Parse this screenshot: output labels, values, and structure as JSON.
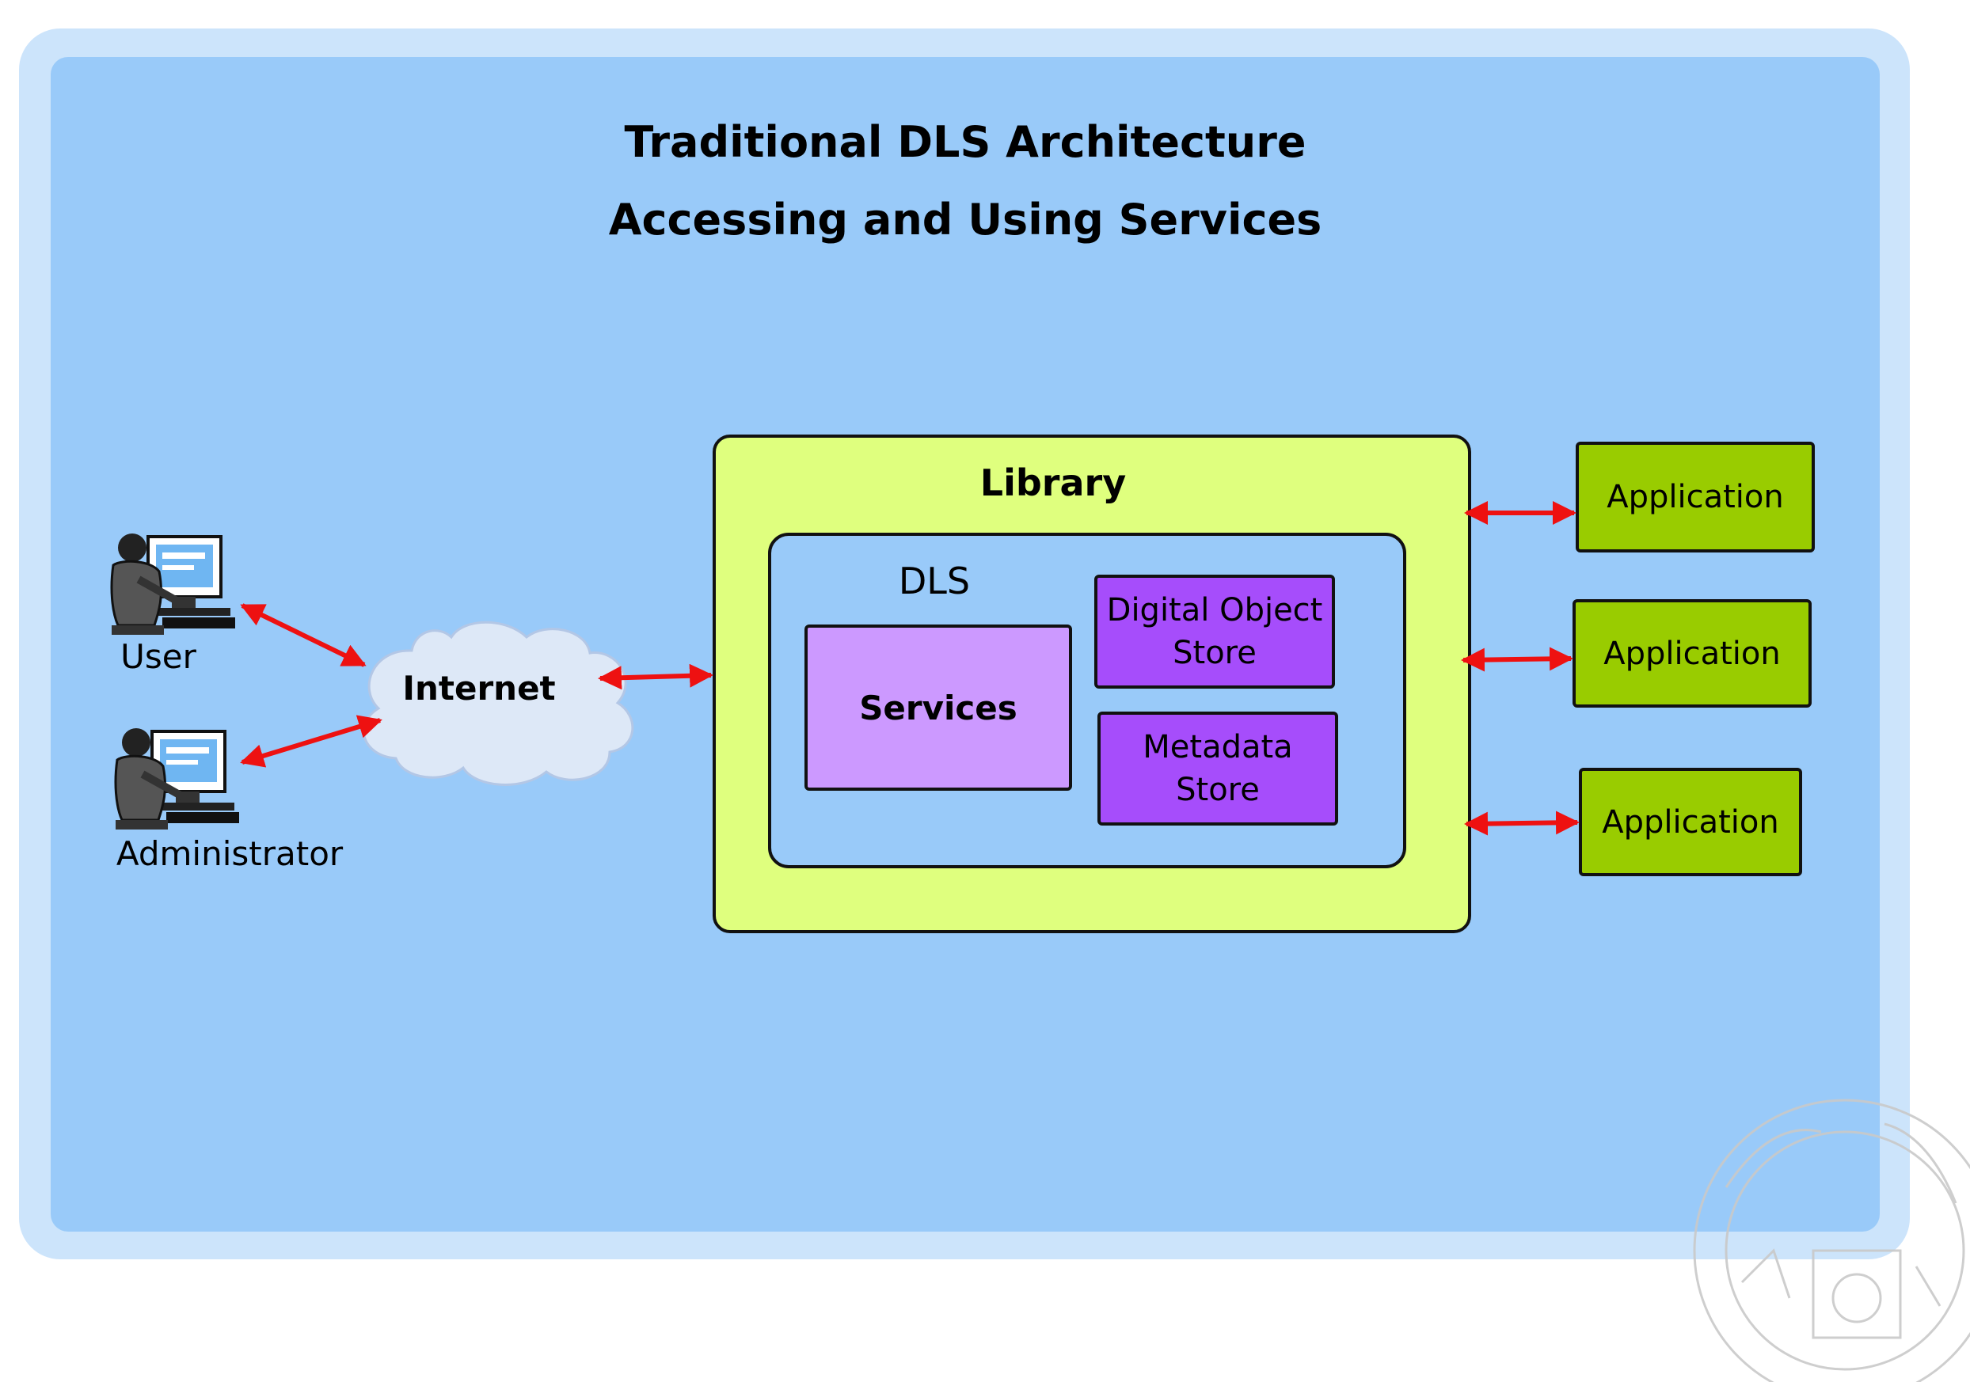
{
  "title": {
    "line1": "Traditional DLS Architecture",
    "line2": "Accessing and Using Services"
  },
  "actors": {
    "user": "User",
    "administrator": "Administrator",
    "internet": "Internet"
  },
  "library": {
    "label": "Library",
    "dls": {
      "label": "DLS",
      "services": "Services",
      "digital_object_store": [
        "Digital Object",
        "Store"
      ],
      "metadata_store": [
        "Metadata",
        "Store"
      ]
    }
  },
  "applications": [
    "Application",
    "Application",
    "Application"
  ],
  "colors": {
    "outer_frame": "#cce4fb",
    "inner_panel": "#99caf9",
    "library_fill": "#dfff7e",
    "services_fill": "#cc99ff",
    "store_fill": "#a64dfb",
    "application_fill": "#99cc00",
    "arrow": "#ee1111"
  }
}
